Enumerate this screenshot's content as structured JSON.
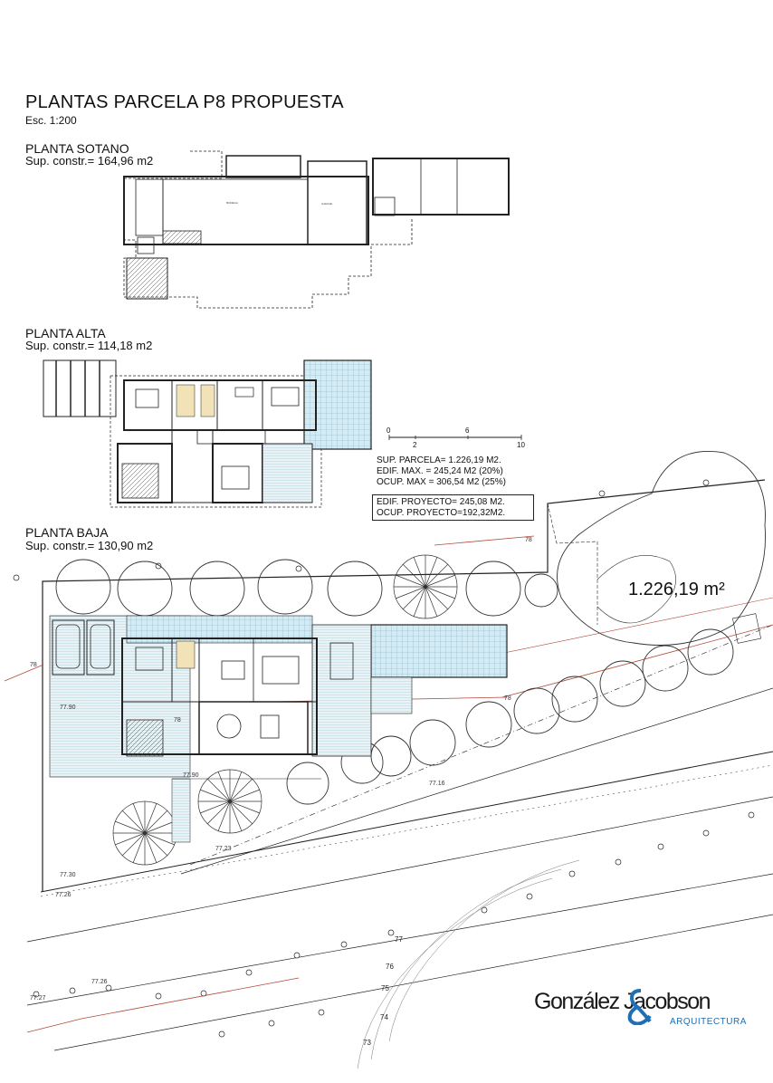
{
  "title": "PLANTAS PARCELA P8 PROPUESTA",
  "scale": "Esc. 1:200",
  "sections": {
    "sotano": {
      "title": "PLANTA SOTANO",
      "area": "Sup. constr.= 164,96 m2"
    },
    "alta": {
      "title": "PLANTA ALTA",
      "area": "Sup. constr.= 114,18 m2"
    },
    "baja": {
      "title": "PLANTA BAJA",
      "area": "Sup. constr.= 130,90 m2"
    }
  },
  "scale_bar": {
    "ticks_top": [
      "0",
      "6"
    ],
    "ticks_bottom": [
      "2",
      "10"
    ]
  },
  "data": {
    "sup_parcela": "SUP. PARCELA= 1.226,19 M2.",
    "edif_max": "EDIF. MAX. = 245,24 M2 (20%)",
    "ocup_max": "OCUP. MAX = 306,54 M2 (25%)",
    "edif_proyecto": "EDIF. PROYECTO= 245,08 M2.",
    "ocup_proyecto": "OCUP. PROYECTO=192,32M2."
  },
  "plot_area": "1.226,19 m²",
  "levels": [
    "78",
    "78",
    "78",
    "77.90",
    "77.90",
    "77.16",
    "77.23",
    "77.30",
    "77.26",
    "77.26",
    "77.27",
    "78"
  ],
  "contours": [
    "77",
    "76",
    "75",
    "74",
    "73"
  ],
  "logo": {
    "name": "González Jacobson",
    "sub": "ARQUITECTURA",
    "brand_color": "#1f6fb4"
  },
  "colors": {
    "pool_fill": "#cfe6ef",
    "pool_grid": "#7fb5cc",
    "red_line": "#b24a3a"
  }
}
